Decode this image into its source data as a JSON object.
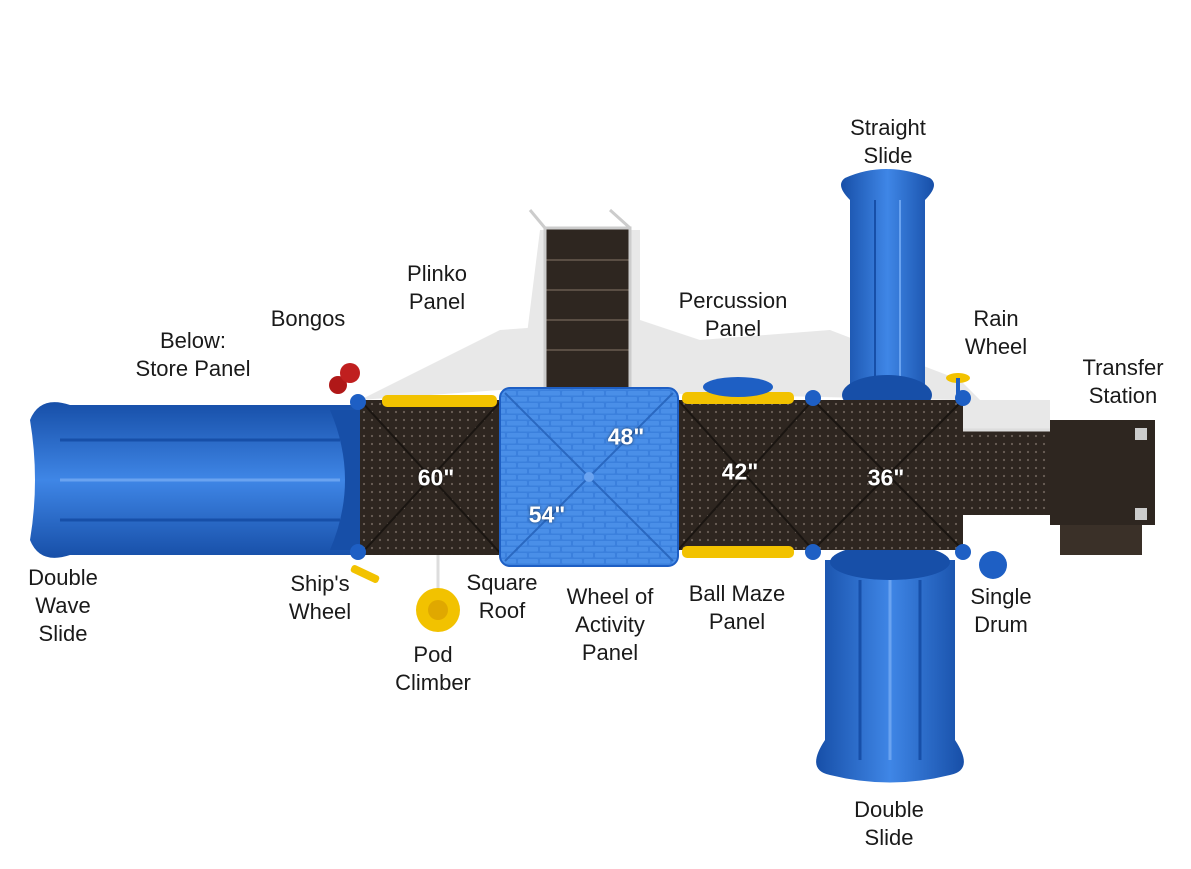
{
  "colors": {
    "slide_blue": "#1e5fc4",
    "slide_blue_light": "#3f86e6",
    "deck_brown": "#2e2620",
    "accent_yellow": "#f2c200",
    "roof_blue": "#3b80dd",
    "shadow": "#e6e6e6"
  },
  "labels": {
    "below_store_panel": [
      "Below:",
      "Store Panel"
    ],
    "bongos": [
      "Bongos"
    ],
    "plinko_panel": [
      "Plinko",
      "Panel"
    ],
    "percussion_panel": [
      "Percussion",
      "Panel"
    ],
    "straight_slide": [
      "Straight",
      "Slide"
    ],
    "rain_wheel": [
      "Rain",
      "Wheel"
    ],
    "transfer_station": [
      "Transfer",
      "Station"
    ],
    "double_wave_slide": [
      "Double",
      "Wave",
      "Slide"
    ],
    "ships_wheel": [
      "Ship's",
      "Wheel"
    ],
    "square_roof": [
      "Square",
      "Roof"
    ],
    "pod_climber": [
      "Pod",
      "Climber"
    ],
    "wheel_of_activity_panel": [
      "Wheel of",
      "Activity",
      "Panel"
    ],
    "ball_maze_panel": [
      "Ball Maze",
      "Panel"
    ],
    "single_drum": [
      "Single",
      "Drum"
    ],
    "double_slide": [
      "Double",
      "Slide"
    ]
  },
  "heights": {
    "deck_60": "60\"",
    "deck_48": "48\"",
    "deck_54": "54\"",
    "deck_42": "42\"",
    "deck_36": "36\""
  }
}
